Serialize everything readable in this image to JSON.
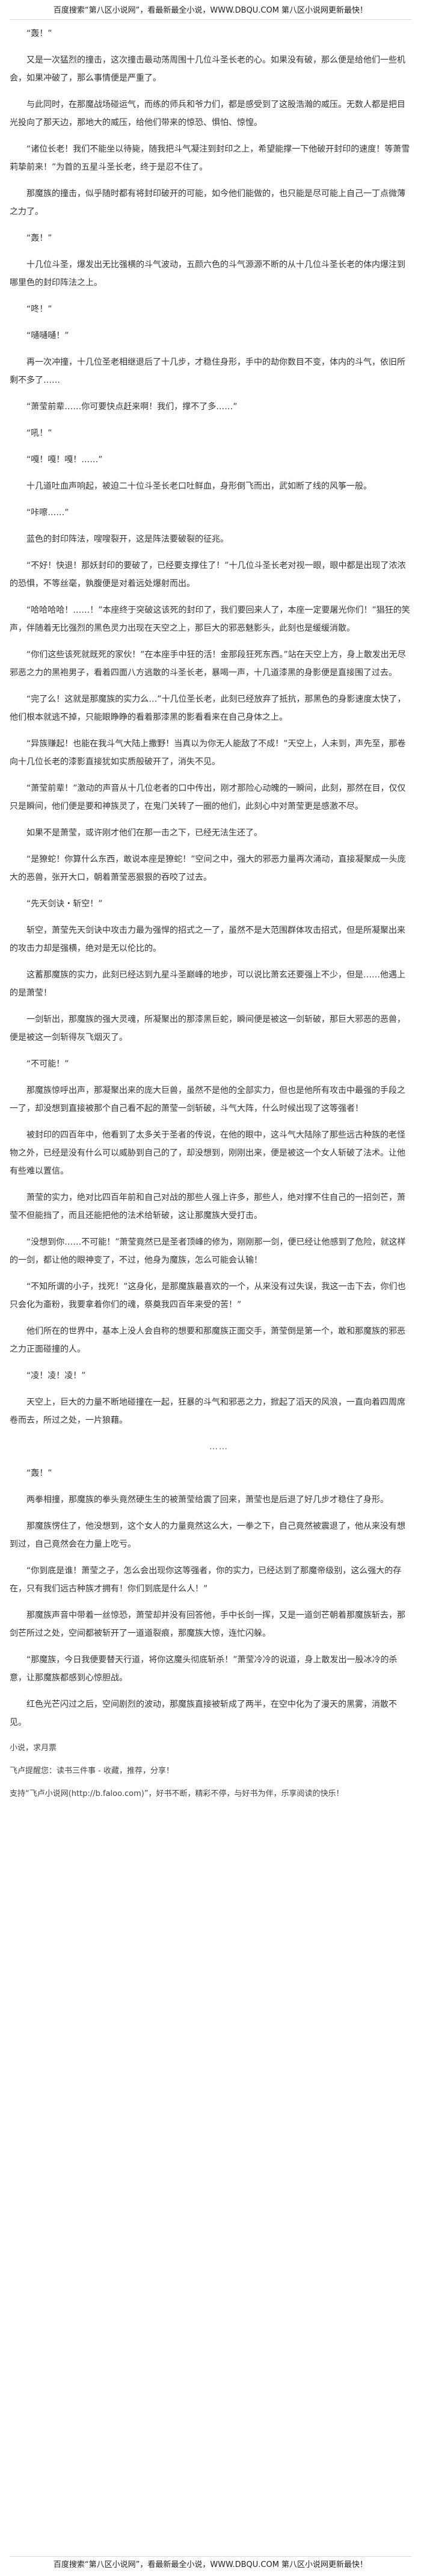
{
  "header": {
    "text": "百度搜索“第八区小说网”，看最新最全小说，WWW.DBQU.COM  第八区小说网更新最快！"
  },
  "paragraphs": [
    "“轰！”",
    "又是一次猛烈的撞击，这次撞击最动荡周围十几位斗圣长老的心。如果没有破，那么便是给他们一些机会，如果冲破了，那么事情便是严重了。",
    "与此同时，在那魔战场碰运气，而练的师兵和爷力们，都是感受到了这股浩瀚的威压。无数人都是把目光投向了那天边，那地大的威压，给他们带来的惊恐、惧怕、惊惶。",
    "“诸位长老！我们不能坐以待毙，随我把斗气凝注到封印之上，希望能撑一下他破开封印的速度！等萧雪莉挚前来！”为首的五星斗圣长老，终于是忍不住了。",
    "那魔族的撞击，似乎随时都有将封印破开的可能，如今他们能做的，也只能是尽可能上自己一丁点微薄之力了。",
    "“轰！”",
    "十几位斗圣，爆发出无比强横的斗气波动，五颜六色的斗气源源不断的从十几位斗圣长老的体内爆注到哪里色的封印阵法之上。",
    "“咚！”",
    "“嗵嗵嗵！”",
    "再一次冲撞，十几位圣老相继退后了十几步，才稳住身形，手中的劫你数目不变，体内的斗气，依旧所剩不多了……",
    "“萧莹前辈……你可要快点赶来啊！我们，撑不了多……”",
    "“吼！”",
    "“嘎！嘎！嘎！……”",
    "十几道吐血声响起，被迫二十位斗圣长老口吐鲜血，身形倒飞而出，武如断了线的风筝一般。",
    "“咔嚓……”",
    "蓝色的封印阵法，嗖嗖裂开，这是阵法要破裂的征兆。",
    "“不好！快退！那妖封印的要破了，已经要支撑住了！”十几位斗圣长老对视一眼，眼中都是出现了浓浓的恐惧，不等丝毫，孰腹便是对着远处爆射而出。",
    "“哈哈哈哈！……！”本座终于突破这该死的封印了，我们要回来人了，本座一定要屠光你们！”猖狂的笑声，伴随着无比强烈的黑色灵力出现在天空之上，那巨大的邪恶魅影头，此刻也是缓缓消散。",
    "“你们这些该死就既死的家伙！”在本座手中狂的活！金那段狂死东西。”站在天空上方，身上散发出无尽邪恶之力的黑袍男子，看着四面八方逃散的斗圣长老，暴喝一声，十几道漆黑的身影便是直接围了过去。",
    "“完了么！这就是那魔族的实力么…”十几位圣长老，此刻已经放弃了抵抗，那黑色的身影速度太快了，他们根本就逃不掉，只能眼睁睁的看着那漆黑的影看看来在自己身体之上。",
    "“异族赚起！也能在我斗气大陆上撒野！当真以为你无人能敌了不成！”天空上，人未到，声先至，那卷向十几位长老的漆影直接犹如实质般破开了，消失不见。",
    "“萧莹前辈！”激动的声音从十几位老者的口中传出，刚才那险心动魄的一瞬间，此刻，那然在目，仅仅只是瞬间，他们便是要和神族灵了，在鬼门关转了一圈的他们，此刻心中对萧莹更是感激不尽。",
    "如果不是萧莹，或许刚才他们在那一击之下，已经无法生还了。",
    "“是獠蛇！你算什么东西，敢说本座是獠蛇！”空间之中，强大的邪恶力量再次涌动，直接凝聚成一头庞大的恶兽，张开大口，朝着萧莹恶狠狠的吞咬了过去。",
    "“先天剑诀・斩空！”",
    "斩空，萧莹先天剑诀中攻击力最为强悍的招式之一了，虽然不是大范围群体攻击招式，但是所凝聚出来的攻击力却是强横，绝对是无以伦比的。",
    "这蓄那魔族的实力，此刻已经达到九星斗圣巅峰的地步，可以说比萧玄还要强上不少，但是……他遇上的是萧莹！",
    "一剑斩出，那魔族的强大灵魂，所凝聚出的那漆黑巨蛇，瞬间便是被这一剑斩破，那巨大邪恶的恶兽，便是被这一剑斩得灰飞烟灭了。",
    "“不可能！”",
    "那魔族惊呼出声，那凝聚出来的庞大巨兽，虽然不是他的全部实力，但也是他所有攻击中最强的手段之一了，却没想到直接被那个自己看不起的萧莹一剑斩破，斗气大阵，什么时候出现了这等强者！",
    "被封印的四百年中，他看到了太多关于圣者的传说，在他的眼中，这斗气大陆除了那些远古种族的老怪物之外，已经是没有什么可以威胁到自己的了，却没想到，刚刚出来，便是被这一个女人斩破了法术。让他有些难以置信。",
    "萧莹的实力，绝对比四百年前和自己对战的那些人强上许多，那些人，绝对撑不住自己的一招剑芒，萧莹不但能挡了，而且还能把他的法术给斩破，这让那魔族大受打击。",
    "“没想到你……不可能！”萧莹竟然已是圣者顶峰的修为，刚刚那一剑，便已经让他感到了危险，就这样的一剑，都让他的眼神变了，不过，他身为魔族，怎么可能会认输！",
    "“不知所谓的小子，找死！”这身化，是那魔族最喜欢的一个，从来没有过失误，我这一击下去，你们也只会化为齑粉，我要拿着你们的魂，祭奠我四百年来受的苦！”",
    "他们所在的世界中，基本上没人会自称的想要和那魔族正面交手，萧莹倒是第一个，敢和那魔族的邪恶之力正面碰撞的人。",
    "“凌！凌！凌！”",
    "天空上，巨大的力量不断地碰撞在一起，狂暴的斗气和邪恶之力，掀起了滔天的风浪，一直向着四周席卷而去，所过之处，一片狼藉。"
  ],
  "separator": "……",
  "paragraphs2": [
    "“轰！”",
    "两拳相撞，那魔族的拳头竟然硬生生的被萧莹给震了回来，萧莹也是后退了好几步才稳住了身形。",
    "那魔族愣住了，他没想到，这个女人的力量竟然这么大，一拳之下，自己竟然被震退了，他从来没有想到过，自己竟然会在力量上吃亏。",
    "“你到底是谁！萧莹之子，怎么会出现你这等强者，你的实力，已经达到了那魔帝级别，这么强大的存在，只有我们远古种族才拥有！你们到底是什么人！”",
    "那魔族声音中带着一丝惊恐，萧莹却并没有回答他，手中长剑一挥，又是一道剑芒朝着那魔族斩去，那剑芒所过之处，空间都被斩开了一道道裂痕，那魔族大惊，连忙闪躲。",
    "“那魔族，今日我便要替天行道，将你这魔头彻底斩杀！”萧莹冷冷的说道，身上散发出一股冰冷的杀意，让那魔族都感到心惊胆战。",
    "红色光芒闪过之后，空间剧烈的波动，那魔族直接被斩成了两半，在空中化为了漫天的黑雾，消散不见。"
  ],
  "notes": [
    "小说，求月票",
    "飞卢提醒您：读书三件事 - 收藏，推荐，分享！",
    "支持“飞卢小说网(http://b.faloo.com)”，好书不断，精彩不停，与好书为伴，乐享阅读的快乐！"
  ],
  "footer": {
    "text": "百度搜索“第八区小说网”，看最新最全小说，WWW.DBQU.COM  第八区小说网更新最快！"
  }
}
